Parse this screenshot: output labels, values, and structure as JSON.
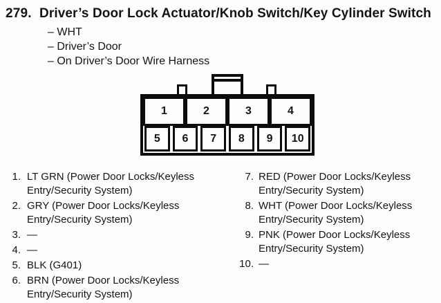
{
  "header": {
    "item_number": "279.",
    "title": "Driver’s Door Lock Actuator/Knob Switch/Key Cylinder Switch",
    "details": [
      "– WHT",
      "– Driver’s Door",
      "– On Driver’s Door Wire Harness"
    ]
  },
  "connector": {
    "description": "10-cavity connector, two rows, center latch tab with two index bumps",
    "top_row_pins": [
      "1",
      "2",
      "3",
      "4"
    ],
    "bottom_row_pins": [
      "5",
      "6",
      "7",
      "8",
      "9",
      "10"
    ]
  },
  "pin_list": {
    "left_column": [
      {
        "label": "1.",
        "desc": "LT GRN (Power Door Locks/Keyless Entry/Security System)"
      },
      {
        "label": "2.",
        "desc": "GRY (Power Door Locks/Keyless Entry/Security System)"
      },
      {
        "label": "3.",
        "desc": "—"
      },
      {
        "label": "4.",
        "desc": "—"
      },
      {
        "label": "5.",
        "desc": "BLK (G401)"
      },
      {
        "label": "6.",
        "desc": "BRN (Power Door Locks/Keyless Entry/Security System)"
      }
    ],
    "right_column": [
      {
        "label": "7.",
        "desc": "RED (Power Door Locks/Keyless Entry/Security System)"
      },
      {
        "label": "8.",
        "desc": "WHT (Power Door Locks/Keyless Entry/Security System)"
      },
      {
        "label": "9.",
        "desc": "PNK (Power Door Locks/Keyless Entry/Security System)"
      },
      {
        "label": "10.",
        "desc": "—"
      }
    ]
  }
}
